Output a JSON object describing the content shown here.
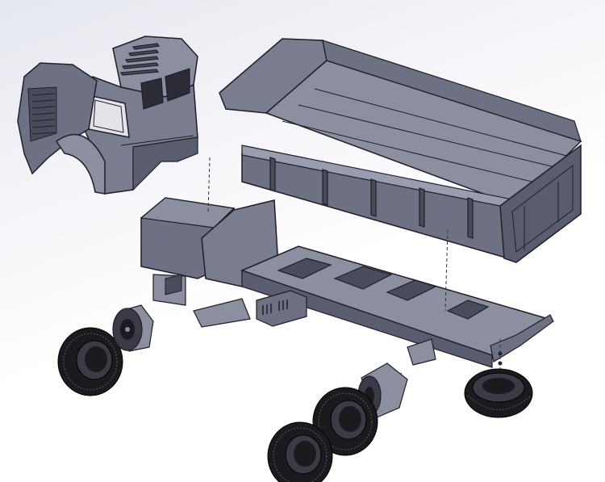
{
  "viewport": {
    "background_top": "#e6e8f0",
    "background_bottom": "#ffffff"
  },
  "palette": {
    "body_light": "#8c8fa0",
    "body_mid": "#6e7184",
    "body_dark": "#4a4c5c",
    "edge": "#1e1f28",
    "tire": "#1b1b1f",
    "rim": "#3a3b46"
  },
  "parts": [
    {
      "name": "cab",
      "icon": "truck-cab-icon"
    },
    {
      "name": "dump-bed",
      "icon": "dump-bed-icon"
    },
    {
      "name": "chassis-frame",
      "icon": "chassis-frame-icon"
    },
    {
      "name": "engine-hood",
      "icon": "engine-block-icon"
    },
    {
      "name": "front-wheel-left",
      "icon": "tire-icon"
    },
    {
      "name": "front-hub-left",
      "icon": "wheel-hub-icon"
    },
    {
      "name": "rear-wheel-right",
      "icon": "tire-icon"
    },
    {
      "name": "rear-hub",
      "icon": "wheel-hub-icon"
    },
    {
      "name": "rear-wheel-inner",
      "icon": "tire-icon"
    },
    {
      "name": "rear-wheel-outer",
      "icon": "tire-icon"
    }
  ]
}
